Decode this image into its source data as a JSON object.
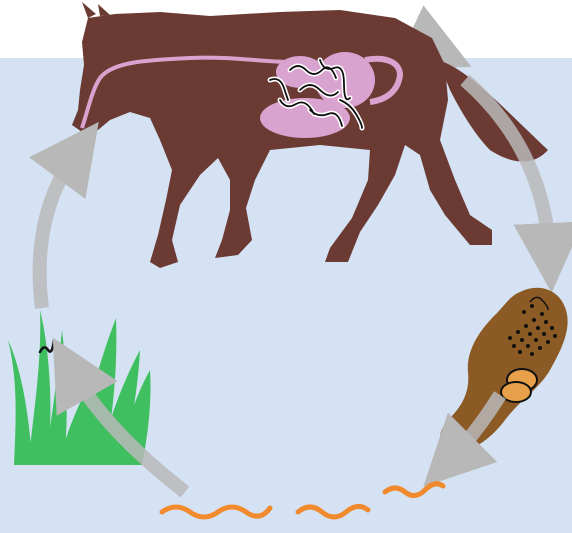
{
  "diagram": {
    "stages": [
      {
        "id": "horse-host",
        "icon": "horse-icon"
      },
      {
        "id": "worms-in-gut",
        "icon": "adult-worms-icon"
      },
      {
        "id": "manure-with-eggs",
        "icon": "manure-eggs-icon"
      },
      {
        "id": "larvae-on-ground",
        "icon": "larvae-icon"
      },
      {
        "id": "larva-on-grass",
        "icon": "grass-larva-icon"
      }
    ],
    "colors": {
      "sky": "#d5e2f4",
      "horse": "#6b3a33",
      "gut": "#d9a3d0",
      "manure": "#8b5a25",
      "egg": "#e8a14a",
      "larva": "#f08a2c",
      "grass": "#3fbf5f",
      "arrow": "#b8b8b8"
    }
  }
}
